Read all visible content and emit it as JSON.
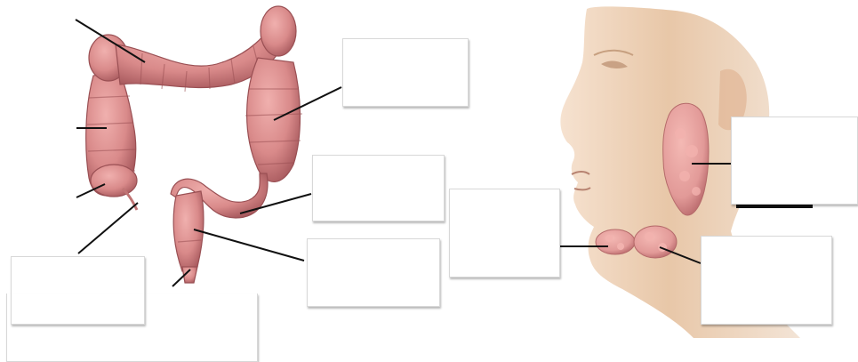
{
  "diagram": {
    "colon_panel": {
      "labels": [
        {
          "id": "transverse-colon-label",
          "text": ""
        },
        {
          "id": "descending-colon-label",
          "text": ""
        },
        {
          "id": "sigmoid-colon-label",
          "text": ""
        },
        {
          "id": "rectum-label",
          "text": ""
        },
        {
          "id": "anal-canal-label",
          "text": ""
        }
      ]
    },
    "salivary_panel": {
      "labels": [
        {
          "id": "parotid-gland-label",
          "text": ""
        },
        {
          "id": "sublingual-gland-label",
          "text": ""
        },
        {
          "id": "submandibular-gland-label",
          "text": ""
        }
      ]
    }
  },
  "colors": {
    "organ_fill": "#d98a8a",
    "organ_shadow": "#a85a5e",
    "skin": "#e8c7a8",
    "gland": "#e29a98",
    "leader_line": "#111111"
  }
}
